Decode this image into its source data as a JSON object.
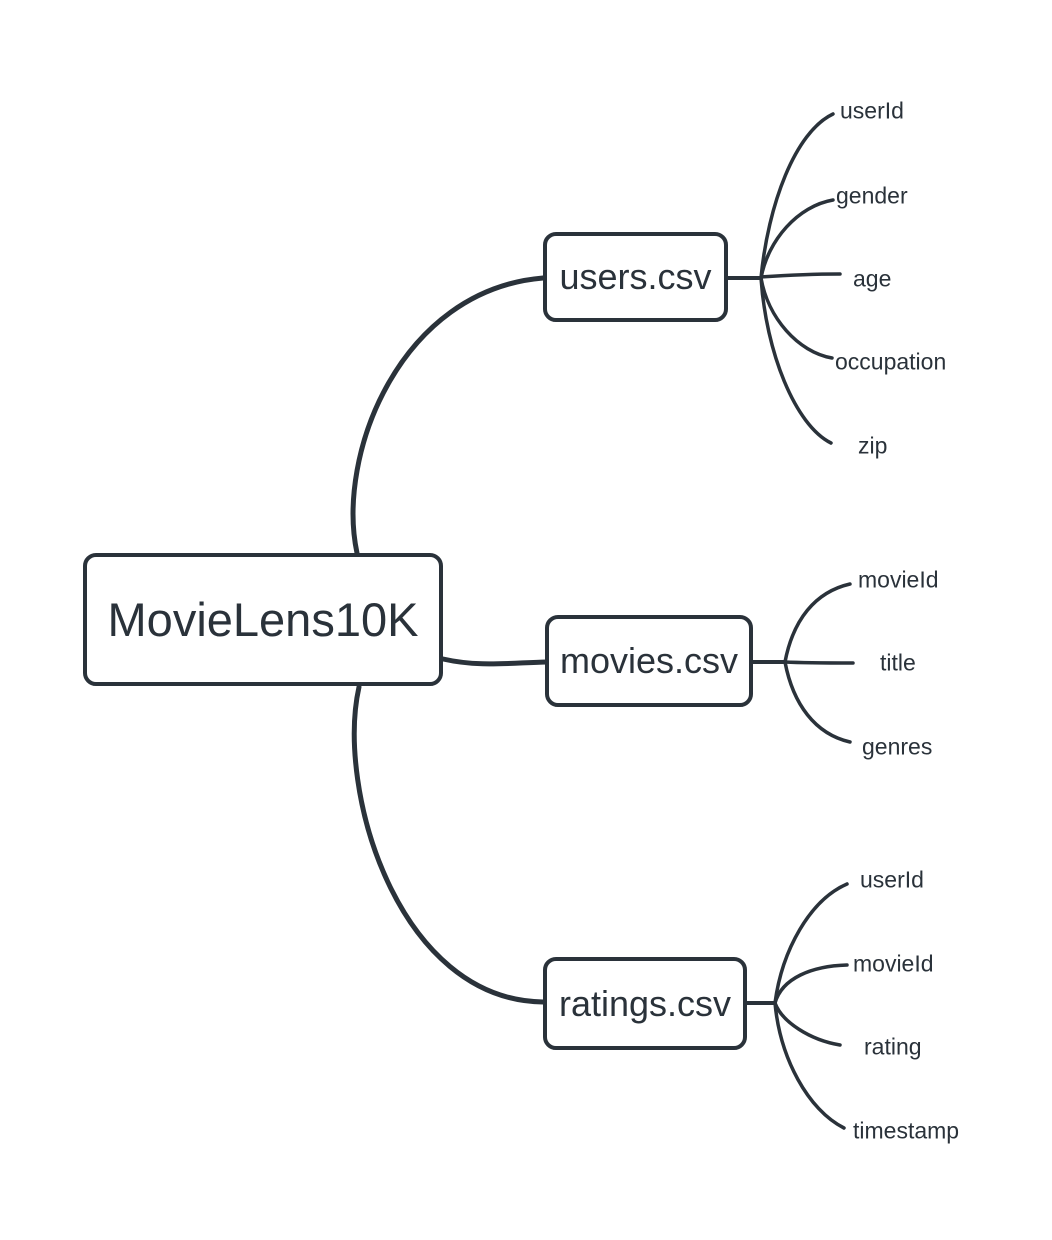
{
  "diagram": {
    "type": "mindmap",
    "root": {
      "label": "MovieLens10K"
    },
    "branches": [
      {
        "label": "users.csv",
        "children": [
          "userId",
          "gender",
          "age",
          "occupation",
          "zip"
        ]
      },
      {
        "label": "movies.csv",
        "children": [
          "movieId",
          "title",
          "genres"
        ]
      },
      {
        "label": "ratings.csv",
        "children": [
          "userId",
          "movieId",
          "rating",
          "timestamp"
        ]
      }
    ],
    "colors": {
      "stroke": "#2a323a",
      "node_fill": "#ffffff",
      "background": "#ffffff"
    }
  }
}
